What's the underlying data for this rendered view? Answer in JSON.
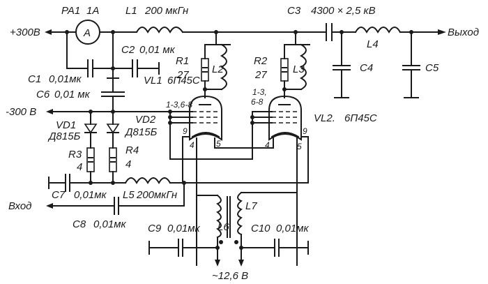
{
  "title": "Two 6П45С tube RF amplifier schematic",
  "terminals": {
    "plus_supply": "+300В",
    "minus_supply": "-300 В",
    "input": "Вход",
    "output": "Выход",
    "heater": "~12,6 В"
  },
  "components": {
    "pa1": {
      "ref": "PA1",
      "value": "1A",
      "symbol": "A"
    },
    "l1": {
      "ref": "L1",
      "value": "200 мкГн"
    },
    "c1": {
      "ref": "C1",
      "value": "0,01мк"
    },
    "c2": {
      "ref": "C2",
      "value": "0,01 мк"
    },
    "c3": {
      "ref": "C3",
      "value": "4300 × 2,5 кВ"
    },
    "c4": {
      "ref": "C4"
    },
    "c5": {
      "ref": "C5"
    },
    "l4": {
      "ref": "L4"
    },
    "r1": {
      "ref": "R1",
      "value": "27"
    },
    "r2": {
      "ref": "R2",
      "value": "27"
    },
    "l2": {
      "ref": "L2"
    },
    "l3": {
      "ref": "L3"
    },
    "vl1": {
      "ref": "VL1",
      "value": "6П45С",
      "pins_grid": "1-3,6-8"
    },
    "vl2": {
      "ref": "VL2.",
      "value": "6П45С",
      "pins_grid_a": "1-3,",
      "pins_grid_b": "6-8"
    },
    "c6": {
      "ref": "C6",
      "value": "0,01 мк"
    },
    "vd1": {
      "ref": "VD1",
      "value": "Д815Б"
    },
    "vd2": {
      "ref": "VD2",
      "value": "Д815Б"
    },
    "r3": {
      "ref": "R3",
      "value": "4"
    },
    "r4": {
      "ref": "R4",
      "value": "4"
    },
    "c7": {
      "ref": "C7",
      "value": "0,01мк"
    },
    "l5": {
      "ref": "L5",
      "value": "200мкГн"
    },
    "c8": {
      "ref": "C8",
      "value": "0,01мк"
    },
    "l6": {
      "ref": "L6"
    },
    "l7": {
      "ref": "L7"
    },
    "c9": {
      "ref": "C9",
      "value": "0,01мк"
    },
    "c10": {
      "ref": "C10",
      "value": "0,01мк"
    }
  },
  "pin_labels": {
    "p4": "4",
    "p5": "5",
    "p9": "9"
  }
}
